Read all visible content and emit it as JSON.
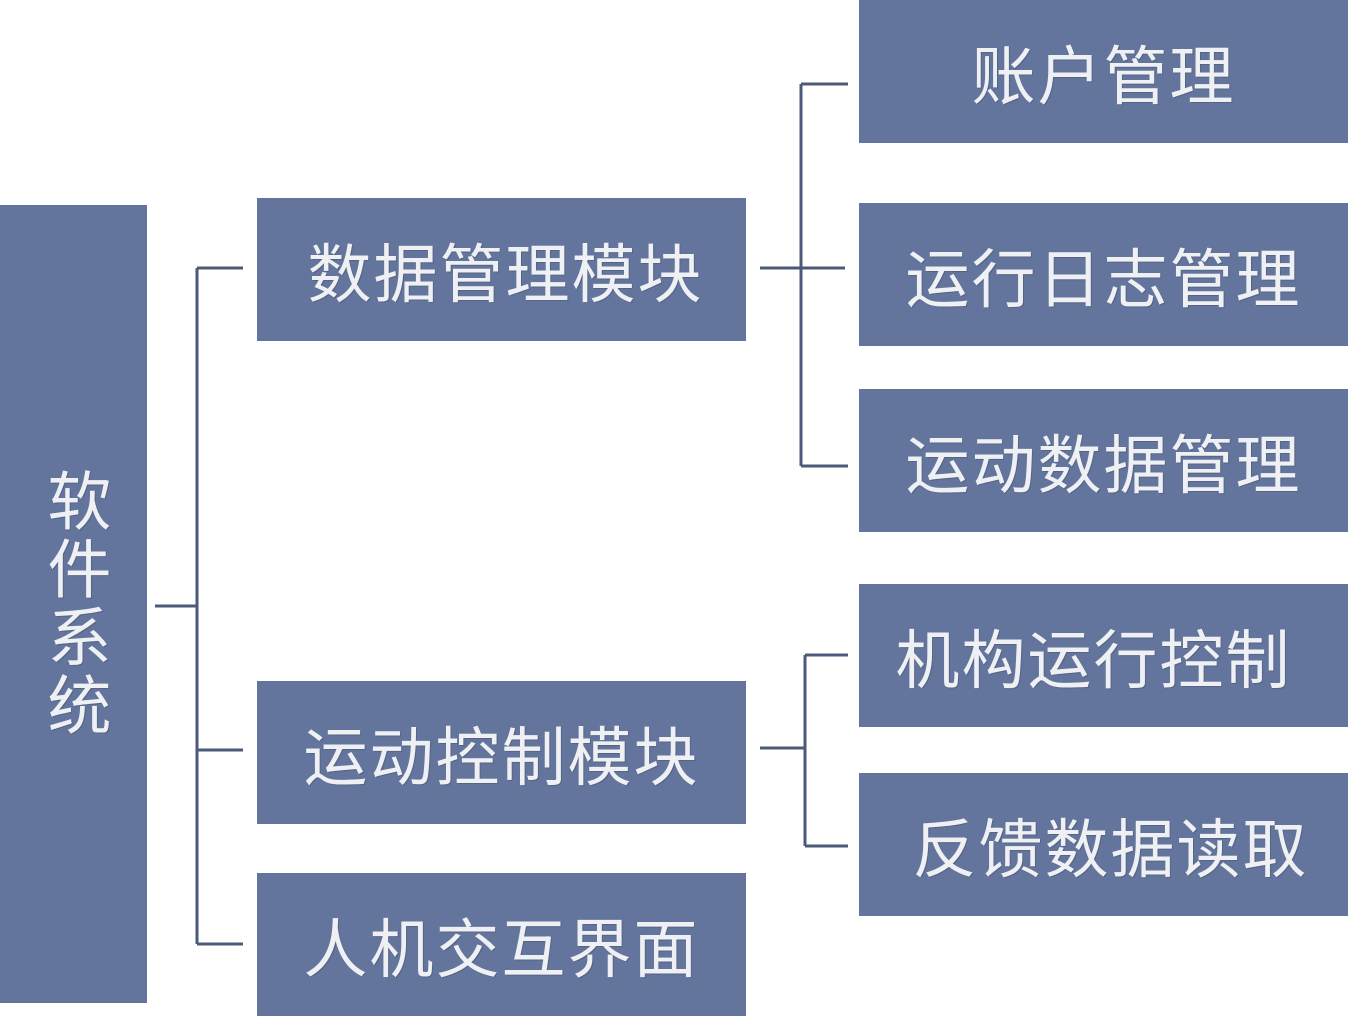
{
  "colors": {
    "box_fill": "#63759c",
    "box_text": "#eef0f4",
    "connector": "#4b5a78"
  },
  "root": {
    "label": "软件系统"
  },
  "modules": [
    {
      "label": "数据管理模块",
      "children": [
        "账户管理",
        "运行日志管理",
        "运动数据管理"
      ]
    },
    {
      "label": "运动控制模块",
      "children": [
        "机构运行控制",
        "反馈数据读取"
      ]
    },
    {
      "label": "人机交互界面",
      "children": []
    }
  ]
}
